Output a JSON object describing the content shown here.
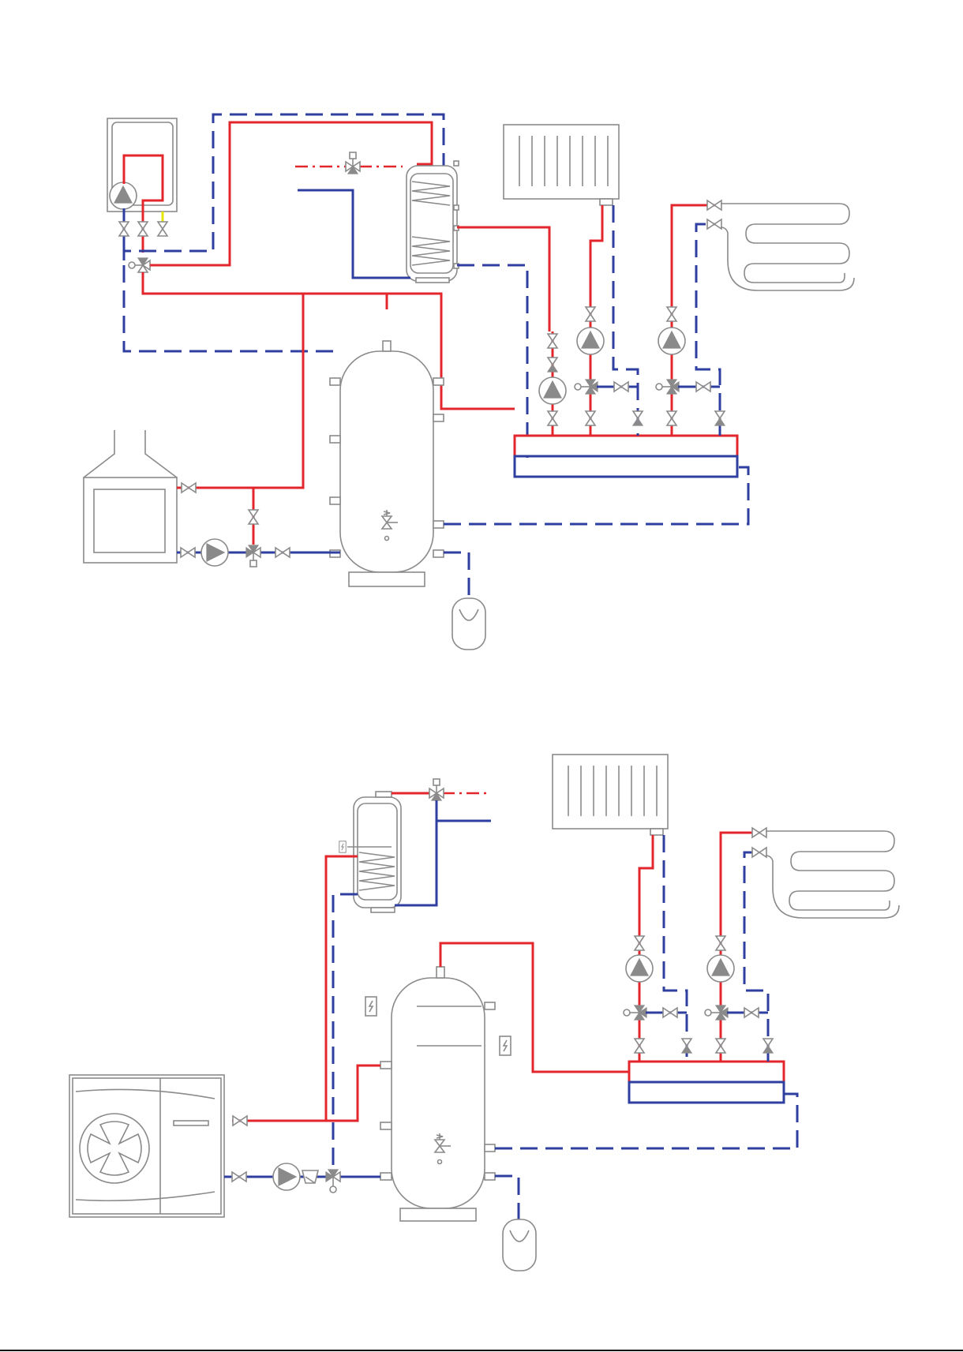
{
  "diagrams": [
    {
      "name": "boiler-and-fireplace-system",
      "components": [
        "wall-boiler",
        "dhw-cylinder",
        "radiator",
        "underfloor-heating-loop",
        "fireplace",
        "buffer-tank",
        "expansion-vessel",
        "manifold"
      ]
    },
    {
      "name": "heat-pump-system",
      "components": [
        "heat-pump",
        "dhw-cylinder",
        "radiator",
        "underfloor-heating-loop",
        "buffer-tank",
        "expansion-vessel",
        "manifold"
      ]
    }
  ],
  "colors": {
    "flow": "#e3262c",
    "return": "#2e3fa0",
    "equipment": "#8a8a8a",
    "gas": "#e6e600"
  },
  "icons": [
    "pump-icon",
    "valve-icon",
    "three-way-valve-icon",
    "safety-valve-icon",
    "electric-heater-icon",
    "fan-icon",
    "filter-icon",
    "thermometer-icon"
  ]
}
